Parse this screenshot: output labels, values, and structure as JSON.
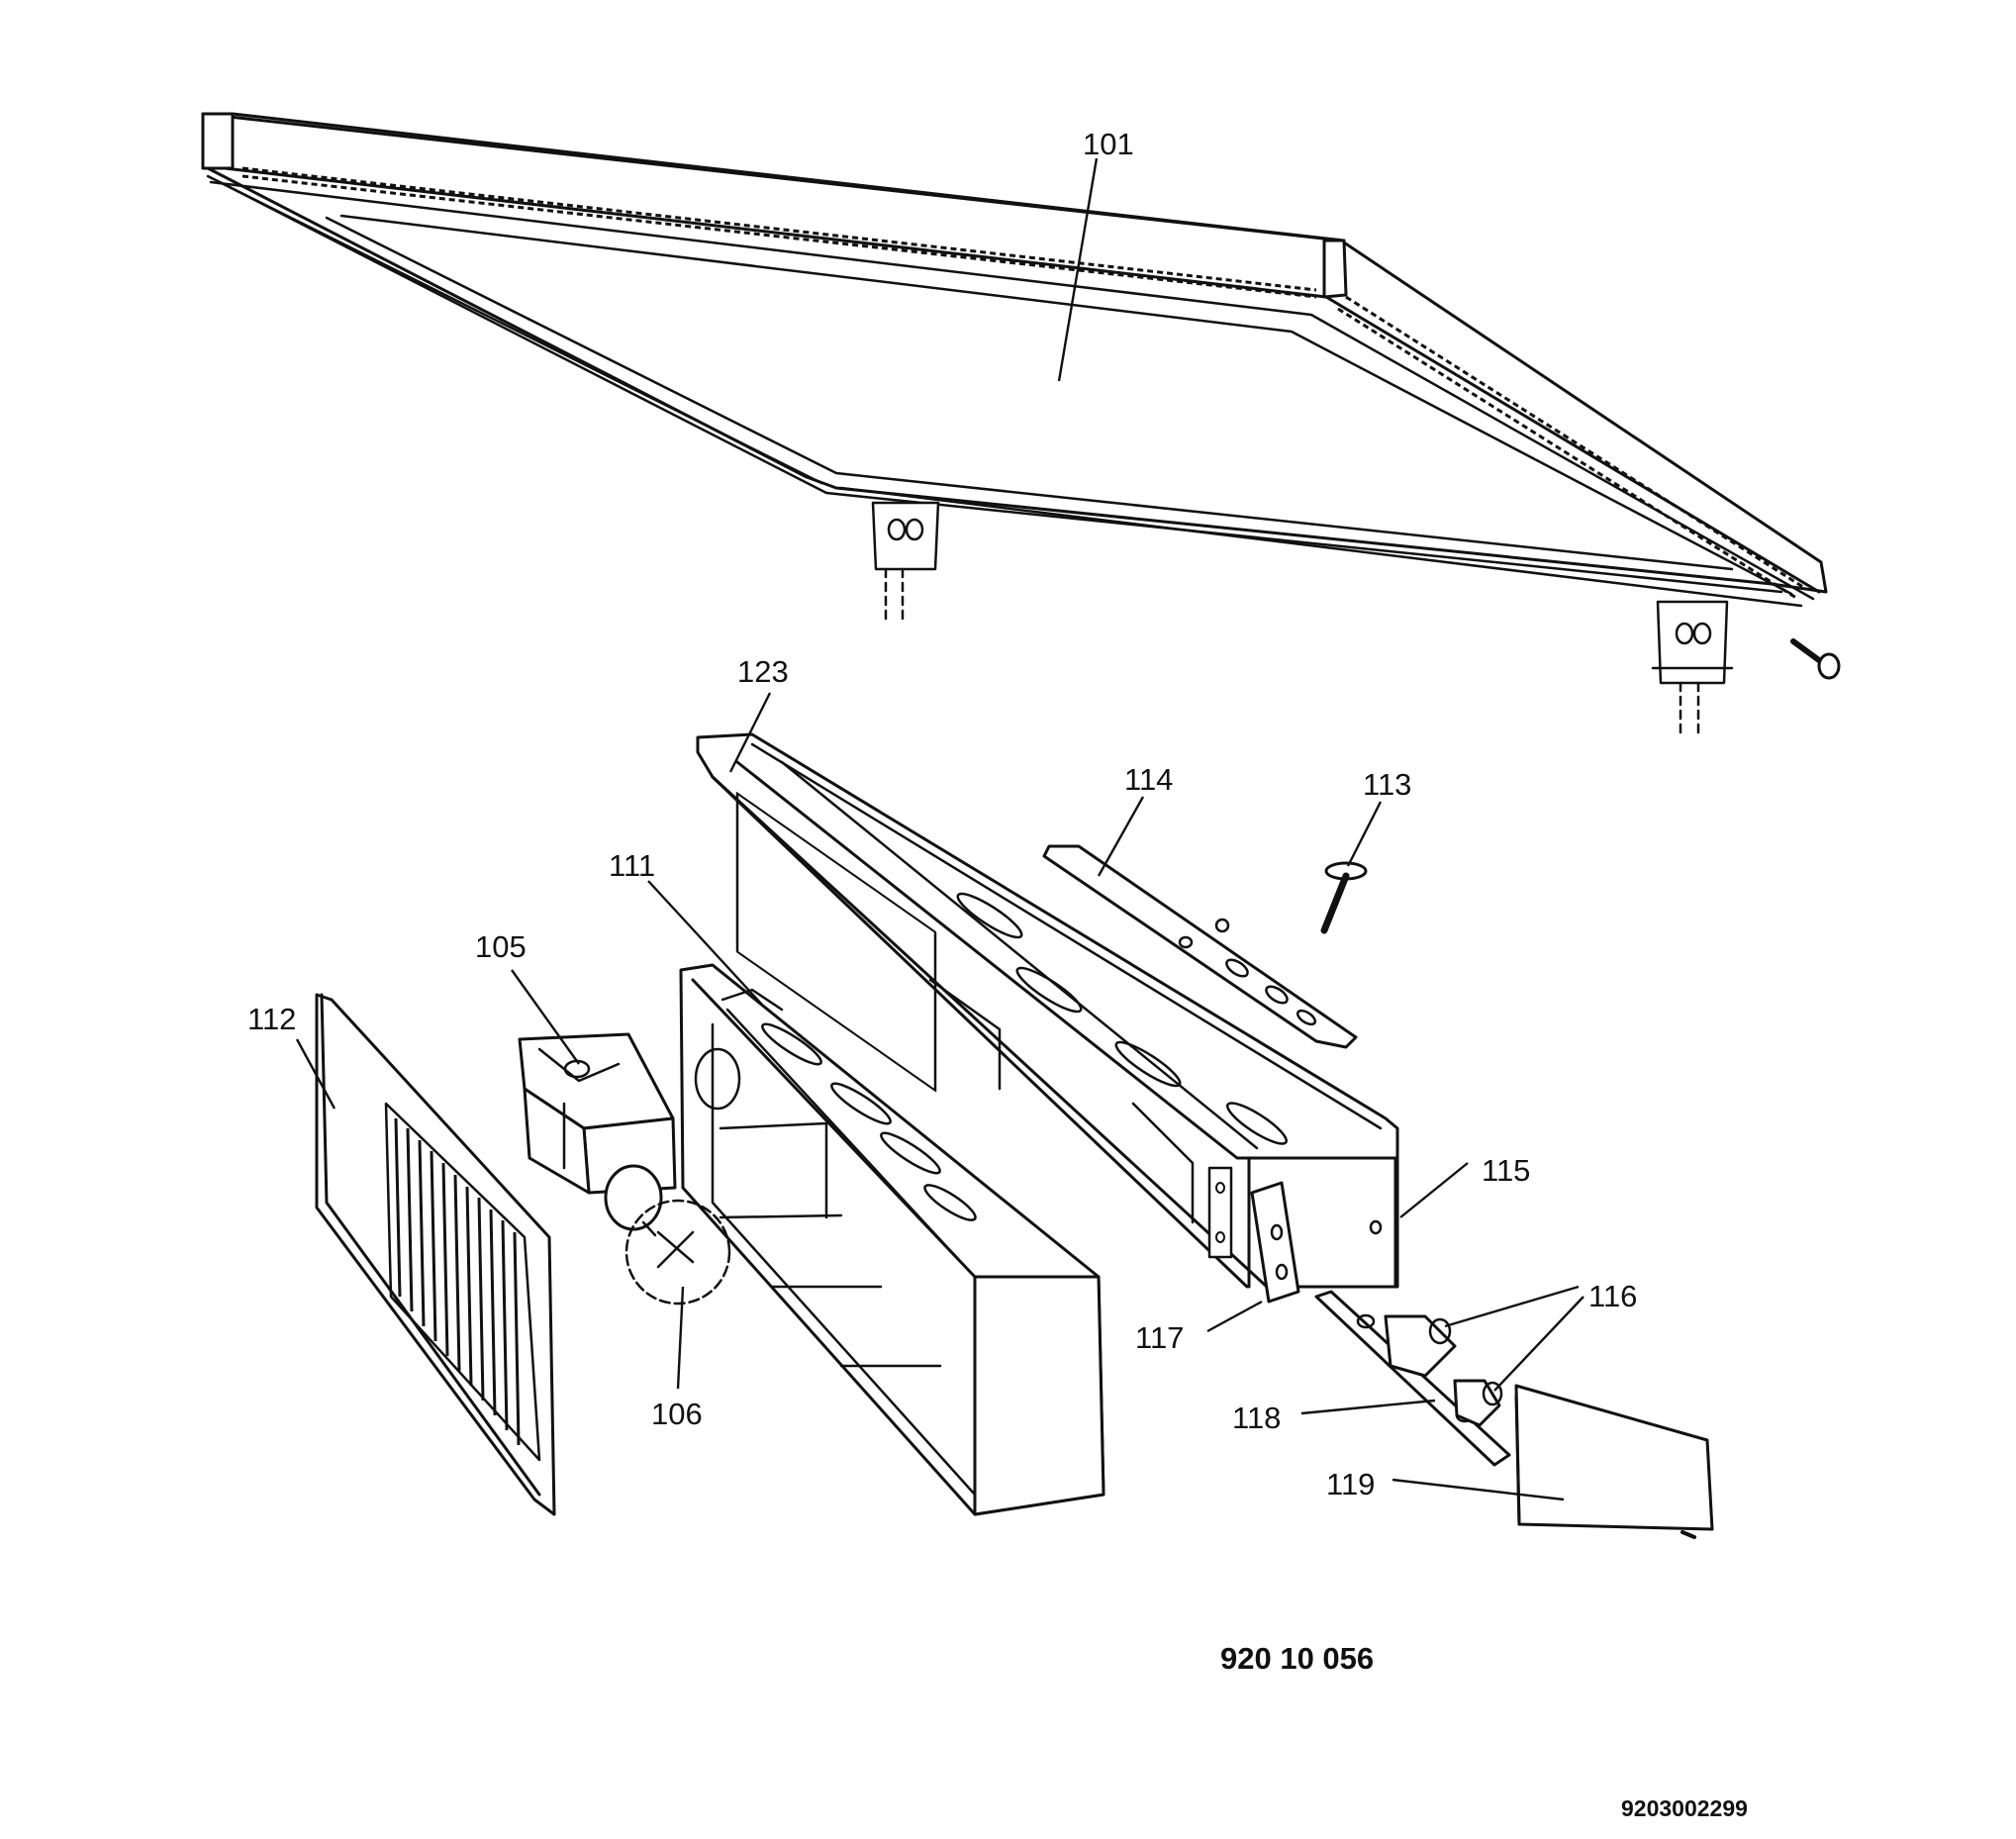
{
  "callouts": [
    {
      "id": "101",
      "label": "101"
    },
    {
      "id": "123",
      "label": "123"
    },
    {
      "id": "114",
      "label": "114"
    },
    {
      "id": "113",
      "label": "113"
    },
    {
      "id": "111",
      "label": "111"
    },
    {
      "id": "105",
      "label": "105"
    },
    {
      "id": "112",
      "label": "112"
    },
    {
      "id": "115",
      "label": "115"
    },
    {
      "id": "116",
      "label": "116"
    },
    {
      "id": "117",
      "label": "117"
    },
    {
      "id": "118",
      "label": "118"
    },
    {
      "id": "119",
      "label": "119"
    },
    {
      "id": "106",
      "label": "106"
    }
  ],
  "diagram_code": "920 10 056",
  "sheet_number": "9203002299"
}
